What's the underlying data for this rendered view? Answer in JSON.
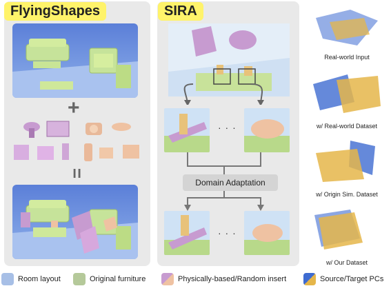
{
  "panels": {
    "flyingshapes": {
      "title": "FlyingShapes",
      "plus": "+",
      "equals": "="
    },
    "sira": {
      "title": "SIRA",
      "ellipsis_top": "· · ·",
      "ellipsis_bottom": "· · ·",
      "domain_adaptation": "Domain Adaptation"
    }
  },
  "right_column": {
    "captions": [
      "Real-world Input",
      "w/ Real-world Dataset",
      "w/ Origin Sim. Dataset",
      "w/ Our Dataset"
    ]
  },
  "legend": [
    {
      "label": "Room layout",
      "color": "#a7bfe6"
    },
    {
      "label": "Original furniture",
      "color": "#b5c99a"
    },
    {
      "label": "Physically-based/Random insert",
      "color": "#c7a3c4"
    },
    {
      "label": "Source/Target PCs",
      "color": "#3e6bd1"
    }
  ],
  "colors": {
    "title_fly": "#fff36a",
    "title_sira": "#fff36a",
    "room_blue": "#a7bfe6",
    "furniture_green": "#b8d98a",
    "insert_purple": "#c79bd0",
    "insert_peach": "#efc2a2",
    "pc_blue": "#3e6bd1",
    "pc_yellow": "#e5b64a"
  }
}
